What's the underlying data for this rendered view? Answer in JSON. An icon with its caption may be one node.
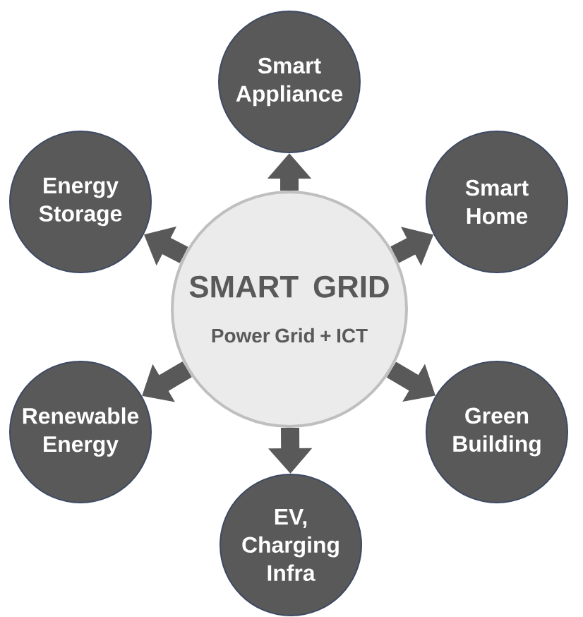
{
  "diagram": {
    "nodes": [
      {
        "text": [
          "Smart Appliance"
        ]
      },
      {
        "text": [
          "Energy Storage"
        ]
      },
      {
        "text": [
          "Smart Home"
        ]
      },
      {
        "text": [
          "SMART GRID",
          "Power Grid + ICT"
        ]
      },
      {
        "text": [
          "Renewable Energy"
        ]
      },
      {
        "text": [
          "Green Building"
        ]
      },
      {
        "text": [
          "EV, Charging Infra"
        ]
      }
    ],
    "edges": [
      {
        "from": 3,
        "to": 0,
        "arrow": "to"
      },
      {
        "from": 3,
        "to": 2,
        "arrow": "to"
      },
      {
        "from": 3,
        "to": 5,
        "arrow": "to"
      },
      {
        "from": 3,
        "to": 6,
        "arrow": "to"
      },
      {
        "from": 3,
        "to": 4,
        "arrow": "to"
      },
      {
        "from": 3,
        "to": 1,
        "arrow": "to"
      }
    ]
  }
}
